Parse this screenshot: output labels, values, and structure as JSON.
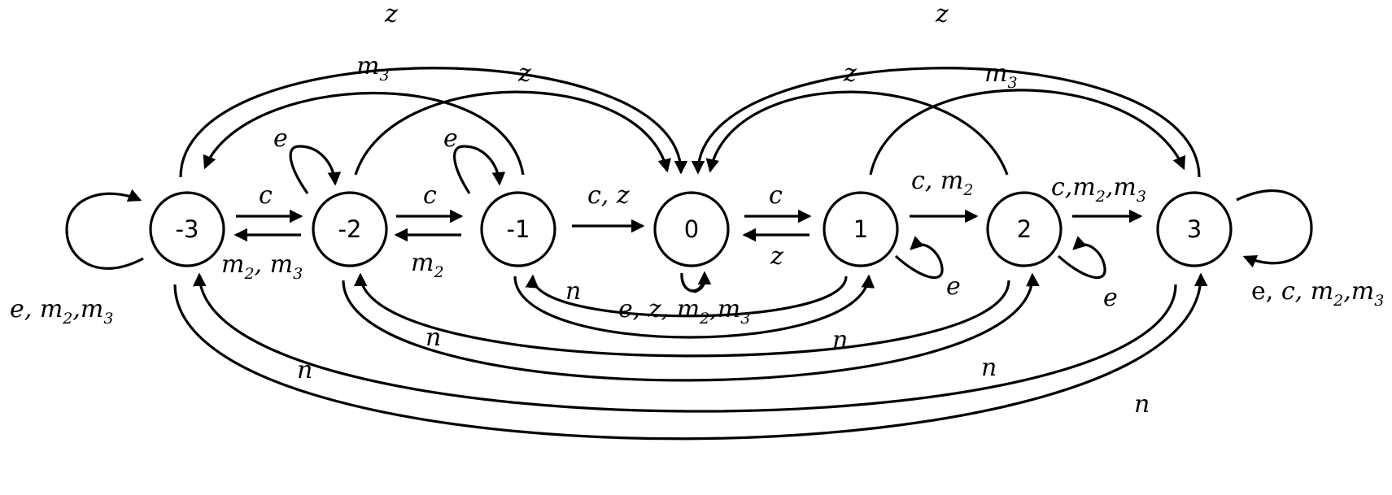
{
  "nodes": [
    {
      "id": "n-3",
      "label": "-3"
    },
    {
      "id": "n-2",
      "label": "-2"
    },
    {
      "id": "n-1",
      "label": "-1"
    },
    {
      "id": "n0",
      "label": "0"
    },
    {
      "id": "n1",
      "label": "1"
    },
    {
      "id": "n2",
      "label": "2"
    },
    {
      "id": "n3",
      "label": "3"
    }
  ],
  "edge_labels": {
    "z_outer_left": "z",
    "z_outer_right": "z",
    "m3_left": "m",
    "m3_left_sub": "3",
    "m3_right": "m",
    "m3_right_sub": "3",
    "z_inner_left": "z",
    "z_inner_right": "z",
    "e_m2": "e",
    "e_m1": "e",
    "e_1": "e",
    "e_2": "e",
    "c_m3_m2": "c",
    "c_m2_m1": "c",
    "c_z": "c, z",
    "c_0_1": "c",
    "c_m2": "c, m",
    "c_m2_sub": "2",
    "c_m2_m3": "c,m",
    "c_m2_m3_sub2": "2",
    "c_m2_m3_m": ",m",
    "c_m2_m3_sub3": "3",
    "m2_m3": "m",
    "m2_m3_sub2": "2",
    "m2_m3_m": ", m",
    "m2_m3_sub3": "3",
    "m2": "m",
    "m2_sub": "2",
    "z_1_0": "z",
    "self_m3": "e, m",
    "self_m3_sub2": "2",
    "self_m3_m": ",m",
    "self_m3_sub3": "3",
    "self_0": "e, z, m",
    "self_0_sub2": "2",
    "self_0_m": ",m",
    "self_0_sub3": "3",
    "self_3_e": "e, ",
    "self_3_rest": "c, m",
    "self_3_sub2": "2",
    "self_3_m": ",m",
    "self_3_sub3": "3",
    "n_1": "n",
    "n_2": "n",
    "n_3": "n",
    "n_4": "n",
    "n_5": "n",
    "n_6": "n"
  }
}
